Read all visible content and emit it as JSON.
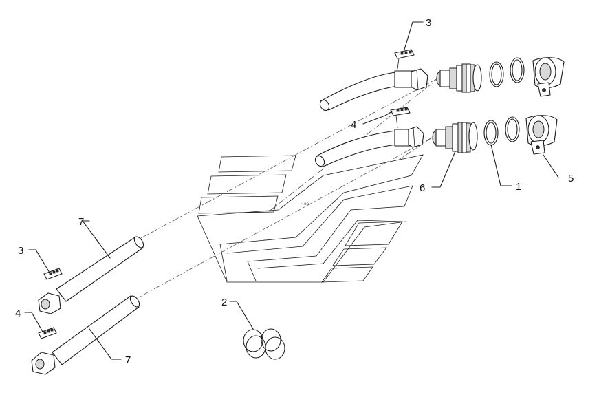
{
  "callouts": {
    "c1": "1",
    "c2": "2",
    "c3_top": "3",
    "c3_left": "3",
    "c4_mid": "4",
    "c4_left": "4",
    "c5": "5",
    "c6": "6",
    "c7_upper": "7",
    "c7_lower": "7"
  }
}
